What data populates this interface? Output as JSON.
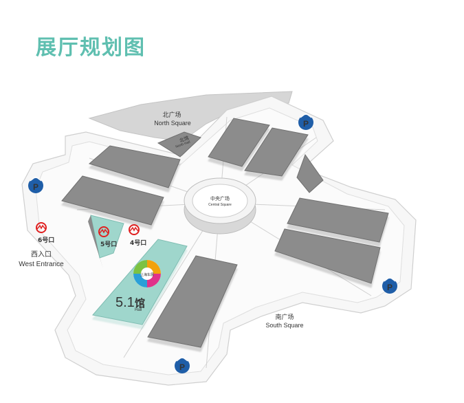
{
  "title": "展厅规划图",
  "colors": {
    "accent": "#5fbfb0",
    "hall": "#8a8a8a",
    "highlight_hall": "#9fd6cc",
    "metro": "#e02020",
    "parking": "#1f5ea8"
  },
  "areas": {
    "north_cn": "北广场",
    "north_en": "North Square",
    "north_hall_cn": "北馆",
    "north_hall_en": "North Hall",
    "central_cn": "中央广场",
    "central_en": "Central Square",
    "south_cn": "南广场",
    "south_en": "South Square",
    "west_cn": "西入口",
    "west_en": "West Entrance"
  },
  "metro_exits": [
    {
      "label": "6号口"
    },
    {
      "label": "5号口"
    },
    {
      "label": "4号口"
    }
  ],
  "hall_highlight": {
    "number": "5.1",
    "cn": "馆",
    "en": "Hall",
    "logo_text": "上海车展"
  },
  "parking_label": "P"
}
